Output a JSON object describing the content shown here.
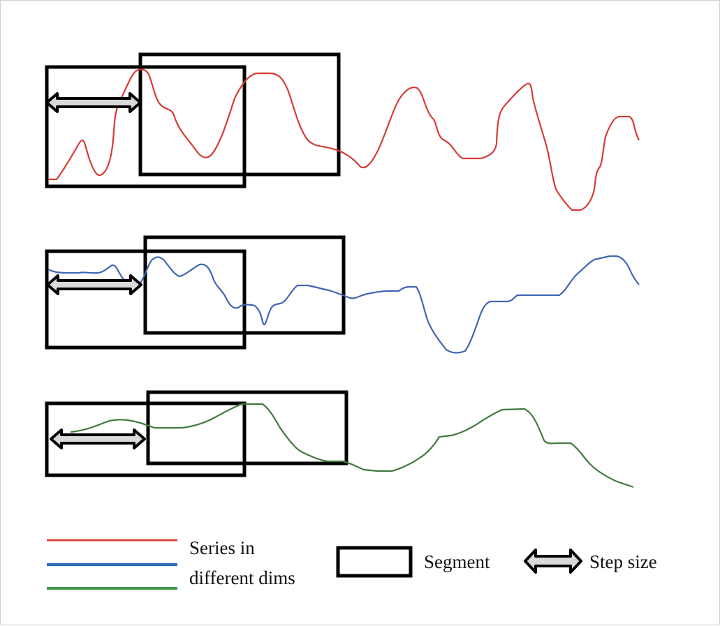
{
  "diagram": {
    "series": [
      {
        "id": "red",
        "color": "#d63c34"
      },
      {
        "id": "blue",
        "color": "#4066b3"
      },
      {
        "id": "green",
        "color": "#3f7a3f"
      }
    ],
    "legend": {
      "series_label_line1": "Series in",
      "series_label_line2": "different dims",
      "segment_label": "Segment",
      "step_label": "Step size",
      "line_colors": [
        "#e0453b",
        "#2f6db5",
        "#3f9a4f"
      ]
    },
    "colors": {
      "box_stroke": "#000000",
      "arrow_fill": "#d9d9d9"
    }
  }
}
